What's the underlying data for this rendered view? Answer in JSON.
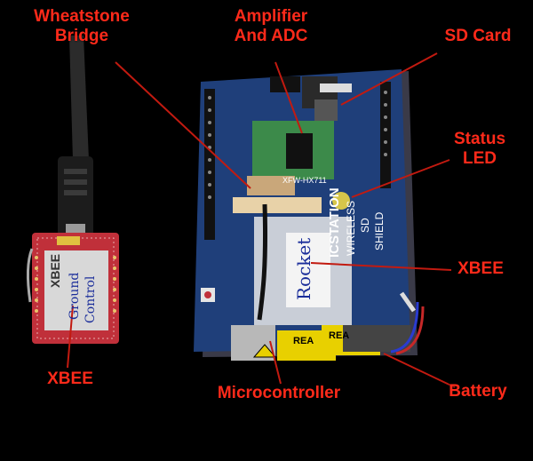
{
  "labels": {
    "wheatstone_line1": "Wheatstone",
    "wheatstone_line2": "Bridge",
    "amplifier_line1": "Amplifier",
    "amplifier_line2": "And ADC",
    "sd_card": "SD Card",
    "status_line1": "Status",
    "status_line2": "LED",
    "xbee_right": "XBEE",
    "xbee_left": "XBEE",
    "microcontroller": "Microcontroller",
    "battery": "Battery"
  },
  "board_markings": {
    "shield_brand": "ICSTATION",
    "shield_line1": "WIRELESS",
    "shield_line2": "SD",
    "shield_line3": "SHIELD",
    "hx711": "XFW-HX711",
    "handwritten_right": "Rocket",
    "handwritten_left_1": "Ground",
    "handwritten_left_2": "Control",
    "xbee_chip_left": "XBEE",
    "battery_sticker": "REA"
  },
  "colors": {
    "label": "#ff2a1a",
    "leader_line": "#c21a10",
    "shield_blue": "#1f3f7a",
    "left_board_red": "#c0303a"
  }
}
